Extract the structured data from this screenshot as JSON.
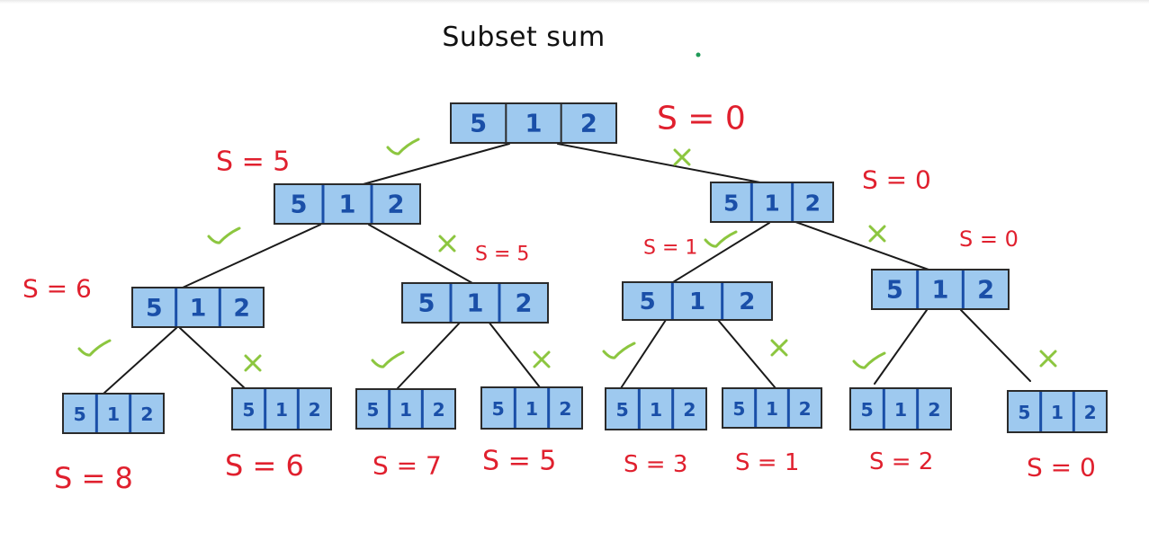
{
  "title": "Subset sum",
  "colors": {
    "box_fill": "#9ec9ef",
    "box_stroke": "#2b2b2b",
    "digit": "#1a4fa8",
    "divider": "#1a4fa8",
    "label": "#e0202e",
    "mark": "#8cc63f",
    "edge": "#1a1a1a",
    "dot": "#1f9a57"
  },
  "nodes": [
    {
      "id": "root",
      "cells": [
        "5",
        "1",
        "2"
      ],
      "label": "S = 0"
    },
    {
      "id": "n1",
      "cells": [
        "5",
        "1",
        "2"
      ],
      "label": "S = 5"
    },
    {
      "id": "n2",
      "cells": [
        "5",
        "1",
        "2"
      ],
      "label": "S = 0"
    },
    {
      "id": "n3",
      "cells": [
        "5",
        "1",
        "2"
      ],
      "label": "S = 6"
    },
    {
      "id": "n4",
      "cells": [
        "5",
        "1",
        "2"
      ],
      "label": "S = 5"
    },
    {
      "id": "n5",
      "cells": [
        "5",
        "1",
        "2"
      ],
      "label": "S = 1"
    },
    {
      "id": "n6",
      "cells": [
        "5",
        "1",
        "2"
      ],
      "label": "S = 0"
    },
    {
      "id": "l1",
      "cells": [
        "5",
        "1",
        "2"
      ],
      "label": "S = 8"
    },
    {
      "id": "l2",
      "cells": [
        "5",
        "1",
        "2"
      ],
      "label": "S = 6"
    },
    {
      "id": "l3",
      "cells": [
        "5",
        "1",
        "2"
      ],
      "label": "S = 7"
    },
    {
      "id": "l4",
      "cells": [
        "5",
        "1",
        "2"
      ],
      "label": "S = 5"
    },
    {
      "id": "l5",
      "cells": [
        "5",
        "1",
        "2"
      ],
      "label": "S = 3"
    },
    {
      "id": "l6",
      "cells": [
        "5",
        "1",
        "2"
      ],
      "label": "S = 1"
    },
    {
      "id": "l7",
      "cells": [
        "5",
        "1",
        "2"
      ],
      "label": "S = 2"
    },
    {
      "id": "l8",
      "cells": [
        "5",
        "1",
        "2"
      ],
      "label": "S = 0"
    }
  ],
  "edges": [
    {
      "from": "root",
      "to": "n1",
      "mark": "check"
    },
    {
      "from": "root",
      "to": "n2",
      "mark": "cross"
    },
    {
      "from": "n1",
      "to": "n3",
      "mark": "check"
    },
    {
      "from": "n1",
      "to": "n4",
      "mark": "cross"
    },
    {
      "from": "n2",
      "to": "n5",
      "mark": "check"
    },
    {
      "from": "n2",
      "to": "n6",
      "mark": "cross"
    },
    {
      "from": "n3",
      "to": "l1",
      "mark": "check"
    },
    {
      "from": "n3",
      "to": "l2",
      "mark": "cross"
    },
    {
      "from": "n4",
      "to": "l3",
      "mark": "check"
    },
    {
      "from": "n4",
      "to": "l4",
      "mark": "cross"
    },
    {
      "from": "n5",
      "to": "l5",
      "mark": "check"
    },
    {
      "from": "n5",
      "to": "l6",
      "mark": "cross"
    },
    {
      "from": "n6",
      "to": "l7",
      "mark": "check"
    },
    {
      "from": "n6",
      "to": "l8",
      "mark": "cross"
    }
  ]
}
